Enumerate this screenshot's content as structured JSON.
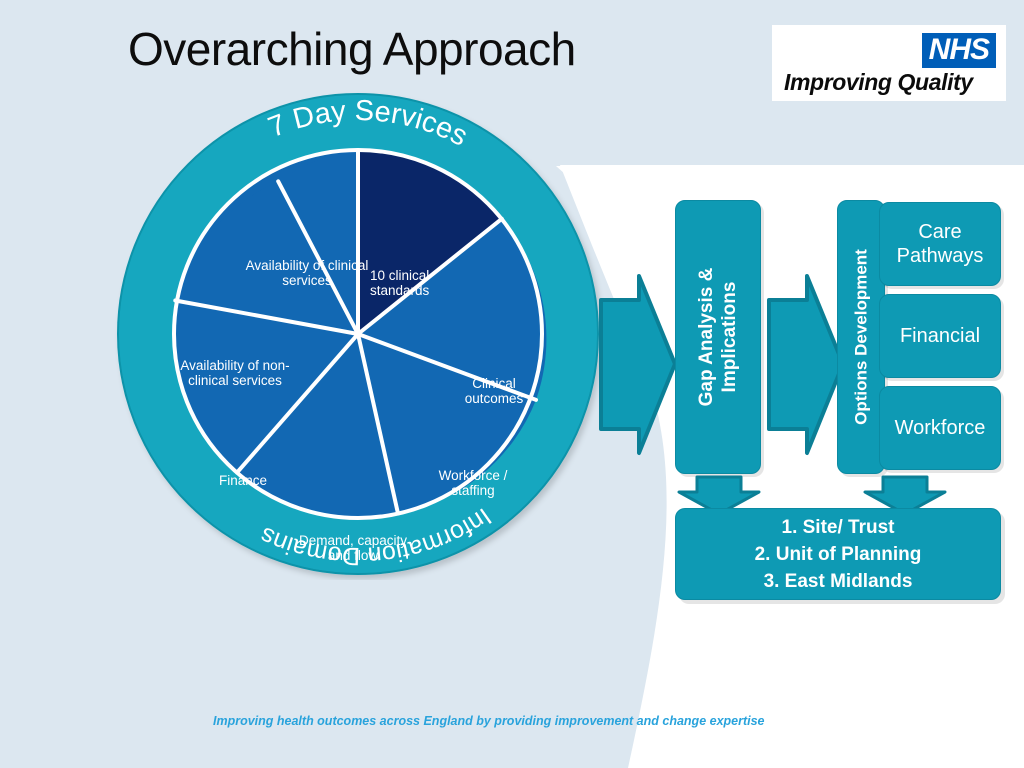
{
  "slide": {
    "title": "Overarching Approach",
    "background_color": "#dce7f0",
    "accent_teal": "#0e9ab4",
    "accent_blue": "#1268b3",
    "accent_navy": "#0a2668"
  },
  "logo": {
    "mark": "NHS",
    "tagline": "Improving Quality"
  },
  "wheel": {
    "outer_ring_top_label": "7 Day Services",
    "outer_ring_bottom_label": "Information Domains",
    "ring_color": "#15a7bf",
    "segments": [
      {
        "label": "10 clinical standards",
        "color": "#0a2668",
        "highlighted": true
      },
      {
        "label": "Clinical outcomes",
        "color": "#1268b3",
        "highlighted": false
      },
      {
        "label": "Workforce / staffing",
        "color": "#1268b3",
        "highlighted": false
      },
      {
        "label": "Demand, capacity and flow",
        "color": "#1268b3",
        "highlighted": false
      },
      {
        "label": "Finance",
        "color": "#1268b3",
        "highlighted": false
      },
      {
        "label": "Availability of non- clinical services",
        "color": "#1268b3",
        "highlighted": false
      },
      {
        "label": "Availability of clinical services",
        "color": "#1268b3",
        "highlighted": false
      }
    ]
  },
  "flow": {
    "stage_one": "Gap Analysis & Implications",
    "stage_two": "Options Development",
    "outputs": [
      {
        "label": "Care Pathways"
      },
      {
        "label": "Financial"
      },
      {
        "label": "Workforce"
      }
    ],
    "levels": [
      "1. Site/ Trust",
      "2. Unit of Planning",
      "3. East Midlands"
    ]
  },
  "footer": {
    "strapline": "Improving health outcomes across England by providing improvement and change expertise"
  }
}
